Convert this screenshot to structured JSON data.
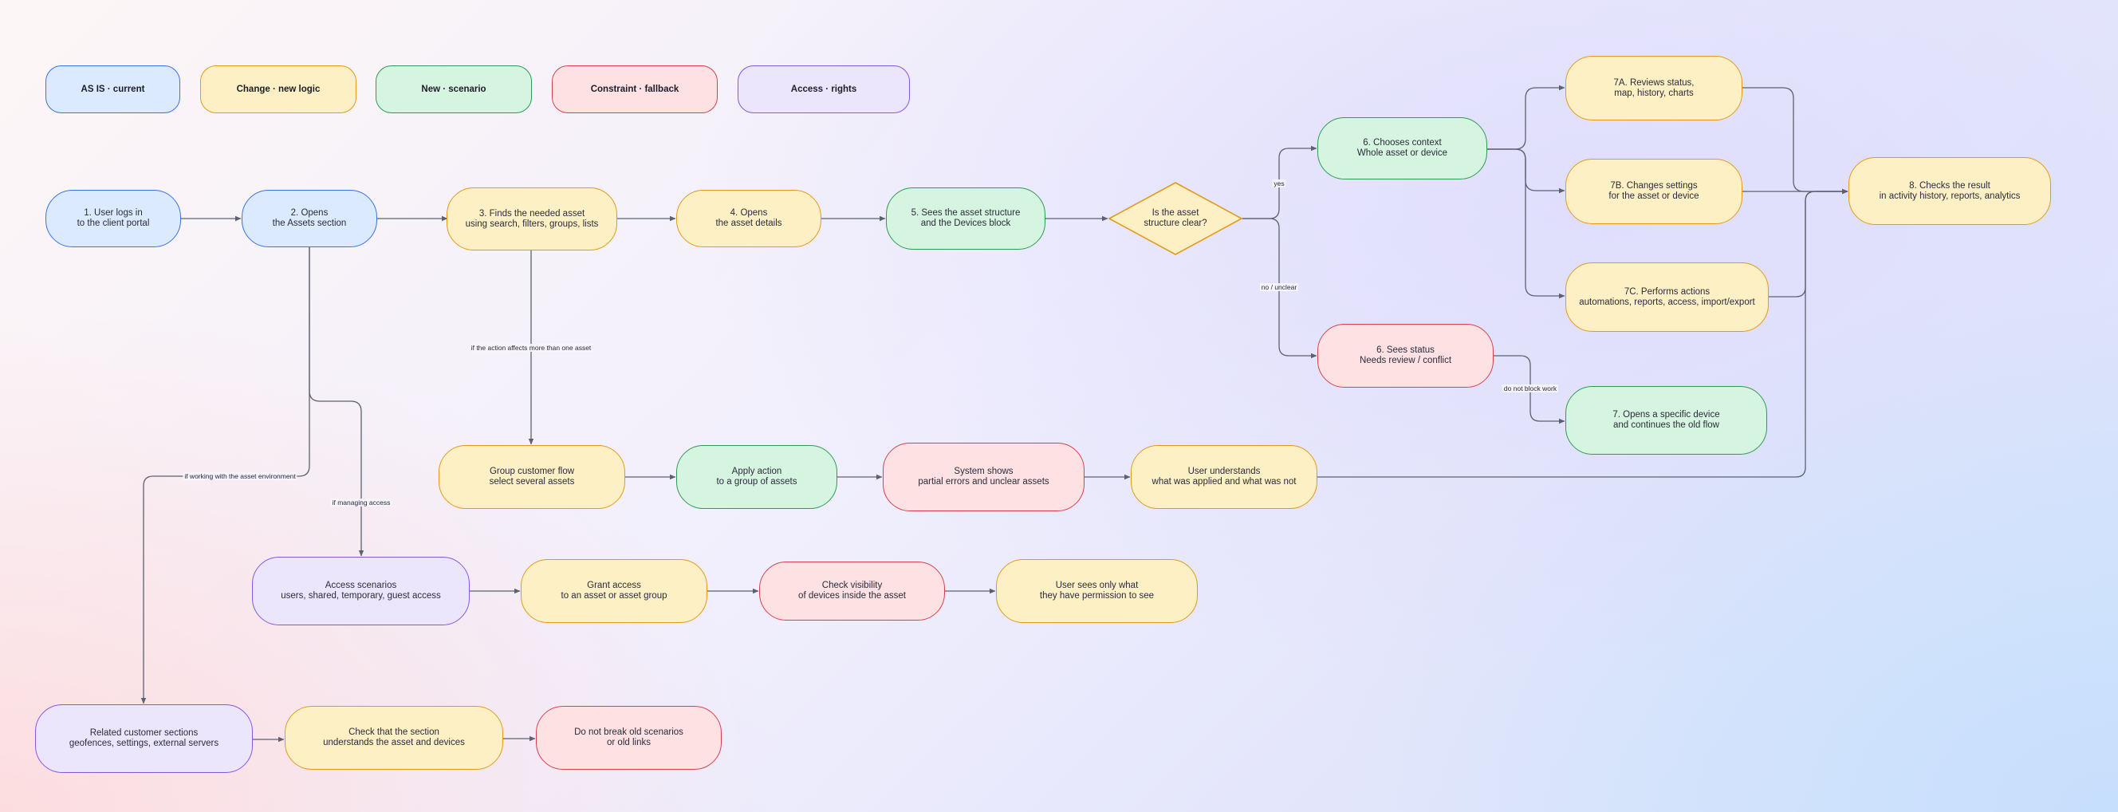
{
  "legend": {
    "as_is": "AS IS · current",
    "change": "Change · new logic",
    "new": "New · scenario",
    "constraint": "Constraint · fallback",
    "access": "Access · rights"
  },
  "nodes": {
    "n1": [
      "1. User logs in",
      "to the client portal"
    ],
    "n2": [
      "2. Opens",
      "the Assets section"
    ],
    "n3": [
      "3. Finds the needed asset",
      "using search, filters, groups, lists"
    ],
    "n4": [
      "4. Opens",
      "the asset details"
    ],
    "n5": [
      "5. Sees the asset structure",
      "and the Devices block"
    ],
    "dec": [
      "Is the asset",
      "structure clear?"
    ],
    "n6a": [
      "6. Chooses context",
      "Whole asset or device"
    ],
    "n6b": [
      "6. Sees status",
      "Needs review / conflict"
    ],
    "n7a": [
      "7A. Reviews status,",
      "map, history, charts"
    ],
    "n7b": [
      "7B. Changes settings",
      "for the asset or device"
    ],
    "n7c": [
      "7C. Performs actions",
      "automations, reports, access, import/export"
    ],
    "n7open": [
      "7. Opens a specific device",
      "and continues the old flow"
    ],
    "n8": [
      "8. Checks the result",
      "in activity history, reports, analytics"
    ],
    "g1": [
      "Group customer flow",
      "select several assets"
    ],
    "g2": [
      "Apply action",
      "to a group of assets"
    ],
    "g3": [
      "System shows",
      "partial errors and unclear assets"
    ],
    "g4": [
      "User understands",
      "what was applied and what was not"
    ],
    "a1": [
      "Access scenarios",
      "users, shared, temporary, guest access"
    ],
    "a2": [
      "Grant access",
      "to an asset or asset group"
    ],
    "a3": [
      "Check visibility",
      "of devices inside the asset"
    ],
    "a4": [
      "User sees only what",
      "they have permission to see"
    ],
    "r1": [
      "Related customer sections",
      "geofences, settings, external servers"
    ],
    "r2": [
      "Check that the section",
      "understands the asset and devices"
    ],
    "r3": [
      "Do not break old scenarios",
      "or old links"
    ]
  },
  "edge_labels": {
    "yes": "yes",
    "no_unclear": "no / unclear",
    "do_not_block": "do not block work",
    "more_than_one": "if the action affects more than one asset",
    "asset_env": "if working with the asset environment",
    "managing_access": "if managing access"
  },
  "colors": {
    "edge": "#5c6170",
    "blue": "#3b72e0",
    "yellow": "#e39a1b",
    "green": "#2f9a55",
    "red": "#d8404f",
    "purple": "#8657e0"
  }
}
